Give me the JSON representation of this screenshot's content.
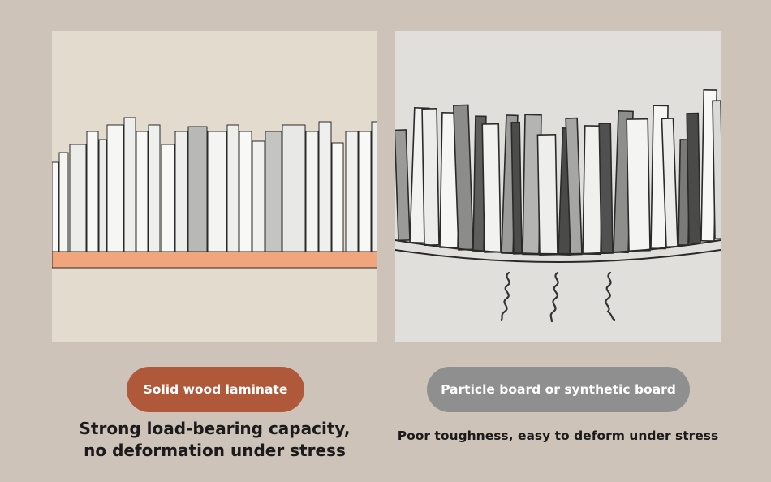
{
  "left": {
    "label": "Solid wood laminate",
    "caption_lines": [
      "Strong load-bearing capacity,",
      "no deformation under stress"
    ],
    "colors": {
      "background": "#e4dbcf",
      "shelf": "#f0a57c",
      "pill": "#b0583a"
    }
  },
  "right": {
    "label": "Particle board or synthetic board",
    "caption": "Poor toughness, easy to deform under stress",
    "colors": {
      "background": "#e0dfdc",
      "pill": "#8f8f8f"
    }
  },
  "page": {
    "background": "#cdc3b8"
  }
}
